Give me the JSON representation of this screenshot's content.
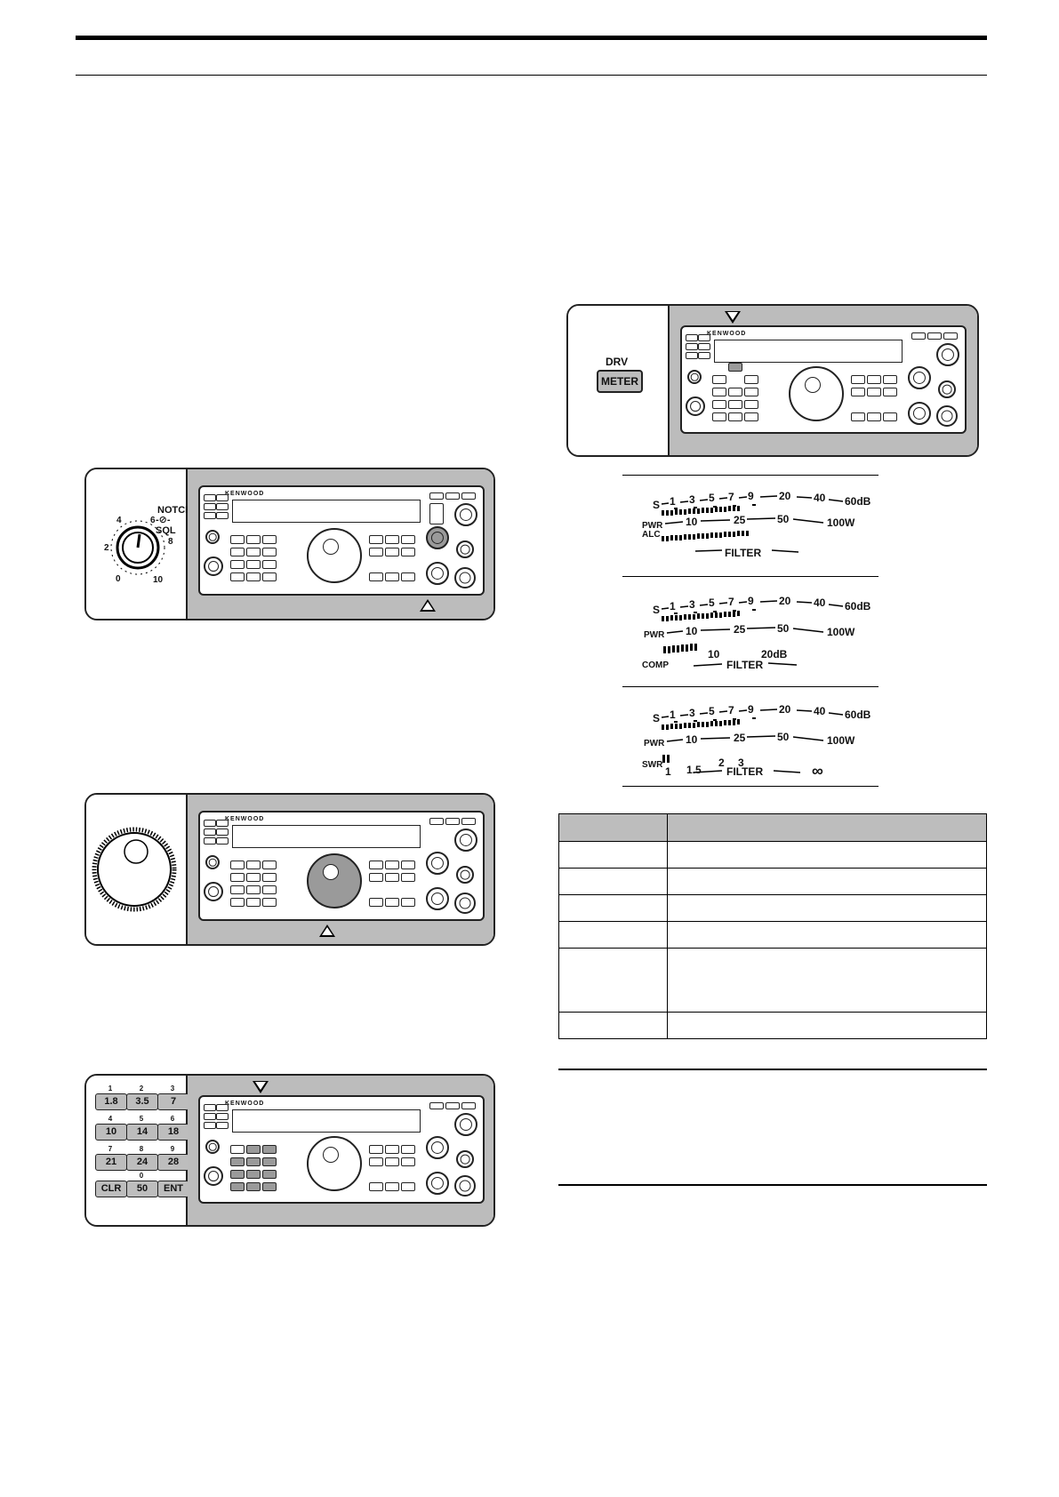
{
  "figure_notch": {
    "label_line1": "NOTCH",
    "label_line2": "-⊘-SQL",
    "dial_numbers": [
      "0",
      "2",
      "4",
      "6",
      "8",
      "10"
    ],
    "brand": "KENWOOD"
  },
  "figure_vfo": {
    "brand": "KENWOOD"
  },
  "figure_keypad": {
    "brand": "KENWOOD",
    "keys": [
      {
        "num": "1",
        "label": "1.8"
      },
      {
        "num": "2",
        "label": "3.5"
      },
      {
        "num": "3",
        "label": "7"
      },
      {
        "num": "4",
        "label": "10"
      },
      {
        "num": "5",
        "label": "14"
      },
      {
        "num": "6",
        "label": "18"
      },
      {
        "num": "7",
        "label": "21"
      },
      {
        "num": "8",
        "label": "24"
      },
      {
        "num": "9",
        "label": "28"
      },
      {
        "num": "",
        "label": "CLR"
      },
      {
        "num": "0",
        "label": "50"
      },
      {
        "num": "",
        "label": "ENT"
      }
    ]
  },
  "figure_meter": {
    "drv_label": "DRV",
    "meter_label": "METER",
    "brand": "KENWOOD"
  },
  "meter_scales": {
    "s_scale": [
      "S",
      "1",
      "3",
      "5",
      "7",
      "9",
      "20",
      "40",
      "60dB"
    ],
    "pwr_label": "PWR",
    "pwr_scale": [
      "10",
      "25",
      "50",
      "100W"
    ],
    "alc_label": "ALC",
    "comp_label": "COMP",
    "comp_scale": [
      "10",
      "20dB"
    ],
    "swr_label": "SWR",
    "swr_scale": [
      "1",
      "1.5",
      "2",
      "3",
      "∞"
    ],
    "filter_label": "FILTER"
  },
  "table": {
    "rows": 6
  }
}
